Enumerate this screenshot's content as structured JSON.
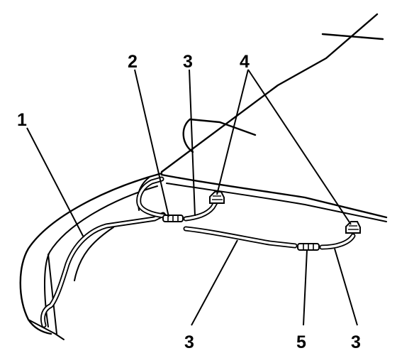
{
  "callouts": [
    {
      "id": "1",
      "text": "1"
    },
    {
      "id": "2",
      "text": "2"
    },
    {
      "id": "3a",
      "text": "3"
    },
    {
      "id": "4",
      "text": "4"
    },
    {
      "id": "3b",
      "text": "3"
    },
    {
      "id": "5",
      "text": "5"
    },
    {
      "id": "3c",
      "text": "3"
    }
  ]
}
